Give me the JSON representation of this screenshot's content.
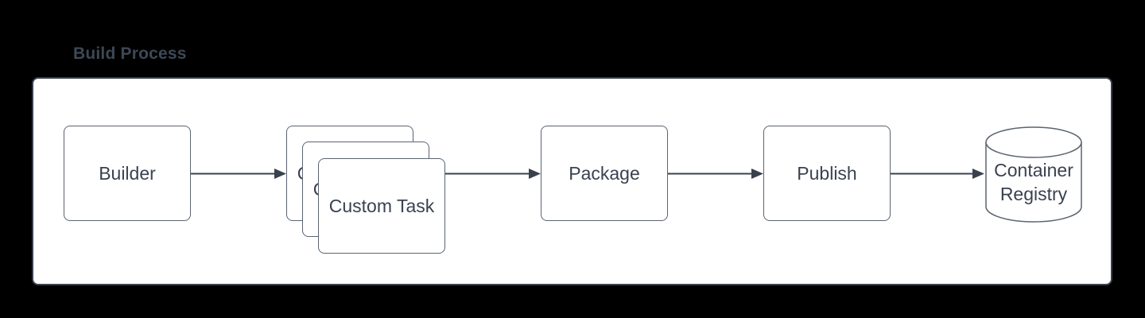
{
  "title": "Build Process",
  "colors": {
    "background": "#000000",
    "panel_fill": "#ffffff",
    "panel_border": "#39414d",
    "shape_border": "#5b6470",
    "connector": "#39414d",
    "text": "#3a4250",
    "title_text": "#3e4855"
  },
  "diagram": {
    "nodes": [
      {
        "id": "builder",
        "label": "Builder",
        "shape": "rounded-rectangle"
      },
      {
        "id": "custom-task",
        "label": "Custom Task",
        "shape": "stacked-rounded-rectangles",
        "stack_count": 3
      },
      {
        "id": "package",
        "label": "Package",
        "shape": "rounded-rectangle"
      },
      {
        "id": "publish",
        "label": "Publish",
        "shape": "rounded-rectangle"
      },
      {
        "id": "container-registry",
        "label": "Container Registry",
        "shape": "database-cylinder"
      }
    ],
    "edges": [
      {
        "from": "Builder",
        "to": "Custom Task",
        "style": "solid-arrow"
      },
      {
        "from": "Custom Task",
        "to": "Package",
        "style": "solid-arrow"
      },
      {
        "from": "Package",
        "to": "Publish",
        "style": "solid-arrow"
      },
      {
        "from": "Publish",
        "to": "Container Registry",
        "style": "solid-arrow"
      }
    ]
  }
}
